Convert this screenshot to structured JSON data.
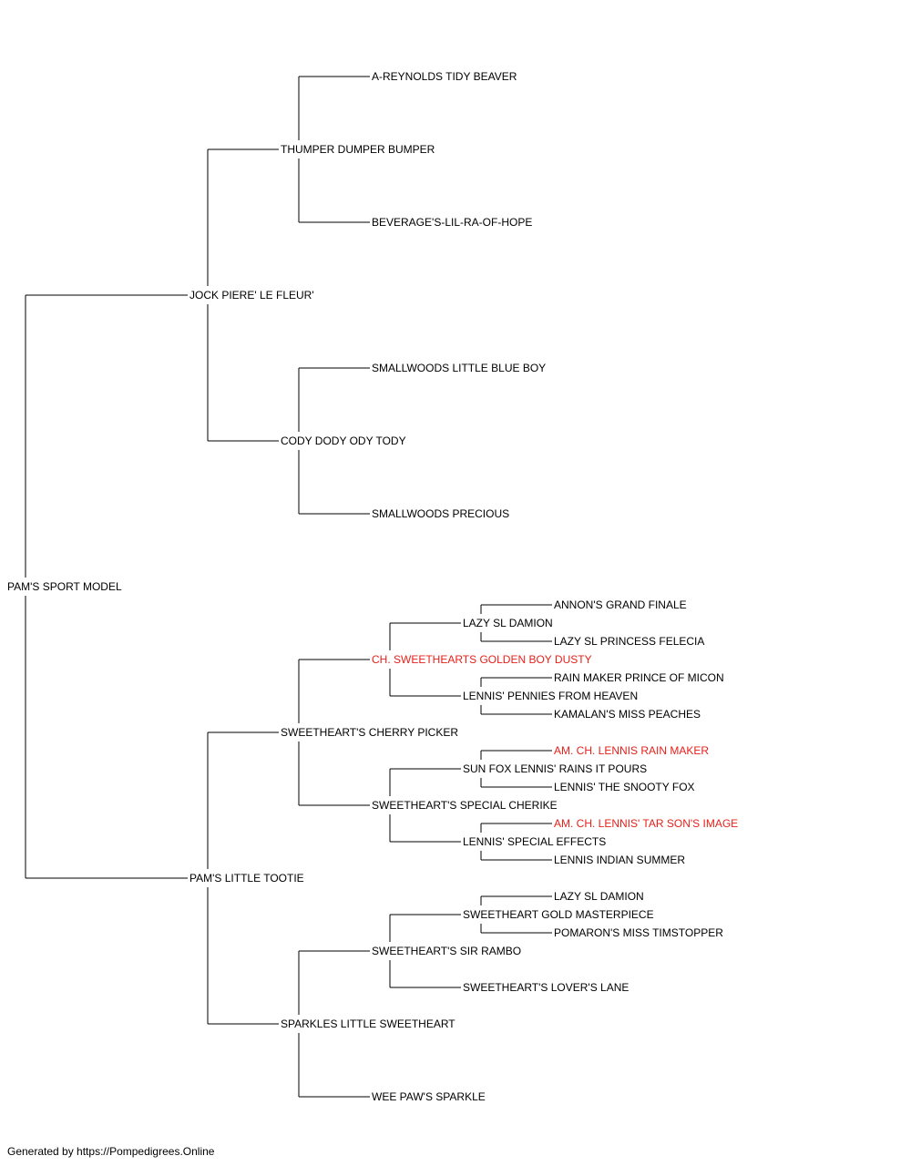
{
  "colors": {
    "normal": "#000000",
    "champion": "#e8201a",
    "line": "#000000"
  },
  "pedigree": {
    "name": "PAM'S SPORT MODEL",
    "sire": {
      "name": "JOCK PIERE' LE FLEUR'",
      "sire": {
        "name": "THUMPER DUMPER BUMPER",
        "sire": {
          "name": "A-REYNOLDS TIDY BEAVER"
        },
        "dam": {
          "name": "BEVERAGE'S-LIL-RA-OF-HOPE"
        }
      },
      "dam": {
        "name": "CODY DODY ODY TODY",
        "sire": {
          "name": "SMALLWOODS LITTLE BLUE BOY"
        },
        "dam": {
          "name": "SMALLWOODS PRECIOUS"
        }
      }
    },
    "dam": {
      "name": "PAM'S LITTLE TOOTIE",
      "sire": {
        "name": "SWEETHEART'S CHERRY PICKER",
        "sire": {
          "name": "CH. SWEETHEARTS GOLDEN BOY DUSTY",
          "champion": true,
          "sire": {
            "name": "LAZY SL DAMION",
            "sire": {
              "name": "ANNON'S GRAND FINALE"
            },
            "dam": {
              "name": "LAZY SL PRINCESS FELECIA"
            }
          },
          "dam": {
            "name": "LENNIS' PENNIES FROM HEAVEN",
            "sire": {
              "name": "RAIN MAKER PRINCE OF MICON"
            },
            "dam": {
              "name": "KAMALAN'S MISS PEACHES"
            }
          }
        },
        "dam": {
          "name": "SWEETHEART'S SPECIAL CHERIKE",
          "sire": {
            "name": "SUN FOX LENNIS' RAINS IT POURS",
            "sire": {
              "name": "AM. CH. LENNIS RAIN MAKER",
              "champion": true
            },
            "dam": {
              "name": "LENNIS' THE SNOOTY FOX"
            }
          },
          "dam": {
            "name": "LENNIS' SPECIAL EFFECTS",
            "sire": {
              "name": "AM. CH. LENNIS' TAR SON'S IMAGE",
              "champion": true
            },
            "dam": {
              "name": "LENNIS INDIAN SUMMER"
            }
          }
        }
      },
      "dam": {
        "name": "SPARKLES LITTLE SWEETHEART",
        "sire": {
          "name": "SWEETHEART'S SIR RAMBO",
          "sire": {
            "name": "SWEETHEART GOLD MASTERPIECE",
            "sire": {
              "name": "LAZY SL DAMION"
            },
            "dam": {
              "name": "POMARON'S MISS TIMSTOPPER"
            }
          },
          "dam": {
            "name": "SWEETHEART'S LOVER'S LANE"
          }
        },
        "dam": {
          "name": "WEE PAW'S SPARKLE"
        }
      }
    }
  },
  "footer": "Generated by https://Pompedigrees.Online"
}
